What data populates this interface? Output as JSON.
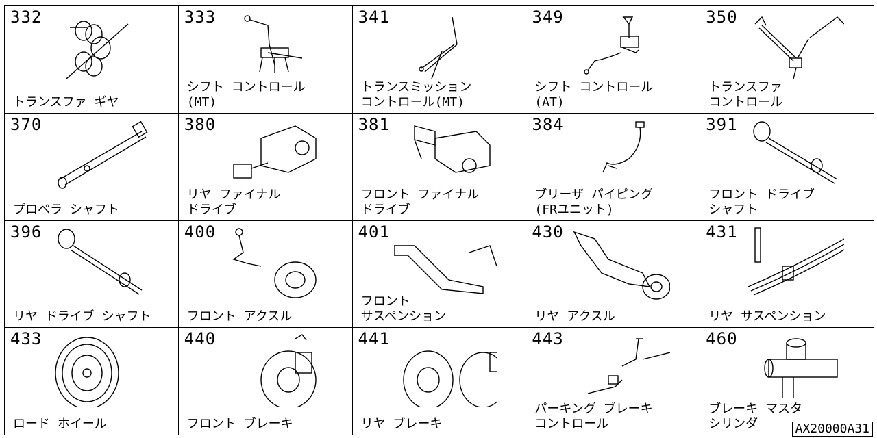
{
  "reference_code": "AX20000A31",
  "cells": [
    {
      "code": "332",
      "label": "トランスファ ギヤ",
      "icon": "transfer-gear-icon"
    },
    {
      "code": "333",
      "label": "シフト コントロール\n(MT)",
      "icon": "shift-control-mt-icon"
    },
    {
      "code": "341",
      "label": "トランスミッション\nコントロール(MT)",
      "icon": "transmission-control-icon"
    },
    {
      "code": "349",
      "label": "シフト コントロール\n(AT)",
      "icon": "shift-control-at-icon"
    },
    {
      "code": "350",
      "label": "トランスファ\nコントロール",
      "icon": "transfer-control-icon"
    },
    {
      "code": "370",
      "label": "プロペラ シャフト",
      "icon": "propeller-shaft-icon"
    },
    {
      "code": "380",
      "label": "リヤ ファイナル\nドライブ",
      "icon": "rear-final-drive-icon"
    },
    {
      "code": "381",
      "label": "フロント ファイナル\nドライブ",
      "icon": "front-final-drive-icon"
    },
    {
      "code": "384",
      "label": "ブリーザ パイピング\n(FRユニット)",
      "icon": "breather-piping-icon"
    },
    {
      "code": "391",
      "label": "フロント ドライブ\nシャフト",
      "icon": "front-drive-shaft-icon"
    },
    {
      "code": "396",
      "label": "リヤ ドライブ シャフト",
      "icon": "rear-drive-shaft-icon"
    },
    {
      "code": "400",
      "label": "フロント アクスル",
      "icon": "front-axle-icon"
    },
    {
      "code": "401",
      "label": "フロント\nサスペンション",
      "icon": "front-suspension-icon"
    },
    {
      "code": "430",
      "label": "リヤ アクスル",
      "icon": "rear-axle-icon"
    },
    {
      "code": "431",
      "label": "リヤ サスペンション",
      "icon": "rear-suspension-icon"
    },
    {
      "code": "433",
      "label": "ロード ホイール",
      "icon": "road-wheel-icon"
    },
    {
      "code": "440",
      "label": "フロント ブレーキ",
      "icon": "front-brake-icon"
    },
    {
      "code": "441",
      "label": "リヤ ブレーキ",
      "icon": "rear-brake-icon"
    },
    {
      "code": "443",
      "label": "パーキング ブレーキ\nコントロール",
      "icon": "parking-brake-control-icon"
    },
    {
      "code": "460",
      "label": "ブレーキ マスタ\nシリンダ",
      "icon": "brake-master-cylinder-icon"
    }
  ]
}
